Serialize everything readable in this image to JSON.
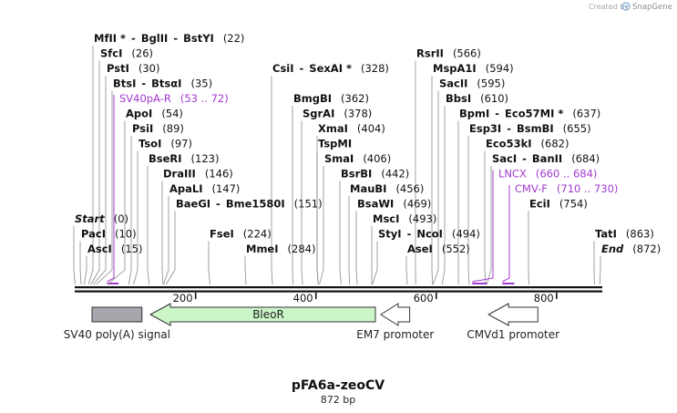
{
  "credit": {
    "prefix": "Created by",
    "brand": "SnapGene"
  },
  "plasmid": {
    "name": "pFA6a-zeoCV",
    "length_label": "872 bp"
  },
  "ruler": {
    "total_bp": 872,
    "ticks": [
      {
        "pos": 200,
        "label": "200"
      },
      {
        "pos": 400,
        "label": "400"
      },
      {
        "pos": 600,
        "label": "600"
      },
      {
        "pos": 800,
        "label": "800"
      }
    ]
  },
  "sites": [
    {
      "name": "MfII *",
      "sep": "-",
      "name2": "BglII",
      "sep2": "-",
      "name3": "BstYI",
      "pos_text": "(22)",
      "pos": 22,
      "row": 0,
      "type": "enzyme"
    },
    {
      "name": "SfcI",
      "pos_text": "(26)",
      "pos": 26,
      "row": 1,
      "type": "enzyme"
    },
    {
      "name": "PstI",
      "pos_text": "(30)",
      "pos": 30,
      "row": 2,
      "type": "enzyme"
    },
    {
      "name": "BtsI",
      "sep": "-",
      "name2": "BtsαI",
      "pos_text": "(35)",
      "pos": 35,
      "row": 3,
      "type": "enzyme"
    },
    {
      "name": "SV40pA-R",
      "pos_text": "(53 .. 72)",
      "pos": 53,
      "end": 72,
      "row": 4,
      "type": "primer"
    },
    {
      "name": "ApoI",
      "pos_text": "(54)",
      "pos": 54,
      "row": 5,
      "type": "enzyme"
    },
    {
      "name": "PsiI",
      "pos_text": "(89)",
      "pos": 89,
      "row": 6,
      "type": "enzyme"
    },
    {
      "name": "TsoI",
      "pos_text": "(97)",
      "pos": 97,
      "row": 7,
      "type": "enzyme"
    },
    {
      "name": "BseRI",
      "pos_text": "(123)",
      "pos": 123,
      "row": 8,
      "type": "enzyme"
    },
    {
      "name": "DraIII",
      "pos_text": "(146)",
      "pos": 146,
      "row": 9,
      "type": "enzyme"
    },
    {
      "name": "ApaLI",
      "pos_text": "(147)",
      "pos": 147,
      "row": 10,
      "type": "enzyme"
    },
    {
      "name": "BaeGI",
      "sep": "-",
      "name2": "Bme1580I",
      "pos_text": "(151)",
      "pos": 151,
      "row": 11,
      "type": "enzyme"
    },
    {
      "name": "Start",
      "pos_text": "(0)",
      "pos": 0,
      "row": 12,
      "type": "end"
    },
    {
      "name": "PacI",
      "pos_text": "(10)",
      "pos": 10,
      "row": 13,
      "type": "enzyme"
    },
    {
      "name": "AscI",
      "pos_text": "(15)",
      "pos": 15,
      "row": 14,
      "type": "enzyme"
    },
    {
      "name": "FseI",
      "pos_text": "(224)",
      "pos": 224,
      "row": 13,
      "type": "enzyme"
    },
    {
      "name": "MmeI",
      "pos_text": "(284)",
      "pos": 284,
      "row": 14,
      "type": "enzyme"
    },
    {
      "name": "CsiI",
      "sep": "-",
      "name2": "SexAI *",
      "pos_text": "(328)",
      "pos": 328,
      "row": 2,
      "type": "enzyme"
    },
    {
      "name": "BmgBI",
      "pos_text": "(362)",
      "pos": 362,
      "row": 4,
      "type": "enzyme"
    },
    {
      "name": "SgrAI",
      "pos_text": "(378)",
      "pos": 378,
      "row": 5,
      "type": "enzyme"
    },
    {
      "name": "XmaI",
      "pos_text": "(404)",
      "pos": 404,
      "row": 6,
      "type": "enzyme"
    },
    {
      "name": "TspMI",
      "pos_text": "",
      "pos": 404,
      "row": 7,
      "type": "enzyme"
    },
    {
      "name": "SmaI",
      "pos_text": "(406)",
      "pos": 406,
      "row": 8,
      "type": "enzyme"
    },
    {
      "name": "BsrBI",
      "pos_text": "(442)",
      "pos": 442,
      "row": 9,
      "type": "enzyme"
    },
    {
      "name": "MauBI",
      "pos_text": "(456)",
      "pos": 456,
      "row": 10,
      "type": "enzyme"
    },
    {
      "name": "BsaWI",
      "pos_text": "(469)",
      "pos": 469,
      "row": 11,
      "type": "enzyme"
    },
    {
      "name": "MscI",
      "pos_text": "(493)",
      "pos": 493,
      "row": 12,
      "type": "enzyme"
    },
    {
      "name": "StyI",
      "sep": "-",
      "name2": "NcoI",
      "pos_text": "(494)",
      "pos": 494,
      "row": 13,
      "type": "enzyme"
    },
    {
      "name": "AseI",
      "pos_text": "(552)",
      "pos": 552,
      "row": 14,
      "type": "enzyme"
    },
    {
      "name": "RsrII",
      "pos_text": "(566)",
      "pos": 566,
      "row": 1,
      "type": "enzyme"
    },
    {
      "name": "MspA1I",
      "pos_text": "(594)",
      "pos": 594,
      "row": 2,
      "type": "enzyme"
    },
    {
      "name": "SacII",
      "pos_text": "(595)",
      "pos": 595,
      "row": 3,
      "type": "enzyme"
    },
    {
      "name": "BbsI",
      "pos_text": "(610)",
      "pos": 610,
      "row": 4,
      "type": "enzyme"
    },
    {
      "name": "BpmI",
      "sep": "-",
      "name2": "Eco57MI *",
      "pos_text": "(637)",
      "pos": 637,
      "row": 5,
      "type": "enzyme"
    },
    {
      "name": "Esp3I",
      "sep": "-",
      "name2": "BsmBI",
      "pos_text": "(655)",
      "pos": 655,
      "row": 6,
      "type": "enzyme"
    },
    {
      "name": "Eco53kI",
      "pos_text": "(682)",
      "pos": 682,
      "row": 7,
      "type": "enzyme"
    },
    {
      "name": "SacI",
      "sep": "-",
      "name2": "BanII",
      "pos_text": "(684)",
      "pos": 684,
      "row": 8,
      "type": "enzyme"
    },
    {
      "name": "LNCX",
      "pos_text": "(660 .. 684)",
      "pos": 660,
      "end": 684,
      "row": 9,
      "type": "primer"
    },
    {
      "name": "CMV-F",
      "pos_text": "(710 .. 730)",
      "pos": 710,
      "end": 730,
      "row": 10,
      "type": "primer"
    },
    {
      "name": "EciI",
      "pos_text": "(754)",
      "pos": 754,
      "row": 11,
      "type": "enzyme"
    },
    {
      "name": "TatI",
      "pos_text": "(863)",
      "pos": 863,
      "row": 13,
      "type": "enzyme"
    },
    {
      "name": "End",
      "pos_text": "(872)",
      "pos": 872,
      "row": 14,
      "type": "end"
    }
  ],
  "features": [
    {
      "name": "SV40 poly(A) signal",
      "start": 28,
      "end": 111,
      "direction": "none",
      "color": "#a6a6ad"
    },
    {
      "name": "BleoR",
      "start": 125,
      "end": 499,
      "direction": "left",
      "color": "#ccf5c8"
    },
    {
      "name": "EM7 promoter",
      "start": 508,
      "end": 556,
      "direction": "left",
      "color": "#ffffff"
    },
    {
      "name": "CMVd1 promoter",
      "start": 687,
      "end": 769,
      "direction": "left",
      "color": "#ffffff"
    }
  ],
  "colors": {
    "primer": "#a23ad0",
    "backbone": "#111111",
    "bleor": "#ccf5c8",
    "sv40": "#a6a6ad"
  },
  "icons": {
    "brand": "snapgene-logo-icon"
  }
}
